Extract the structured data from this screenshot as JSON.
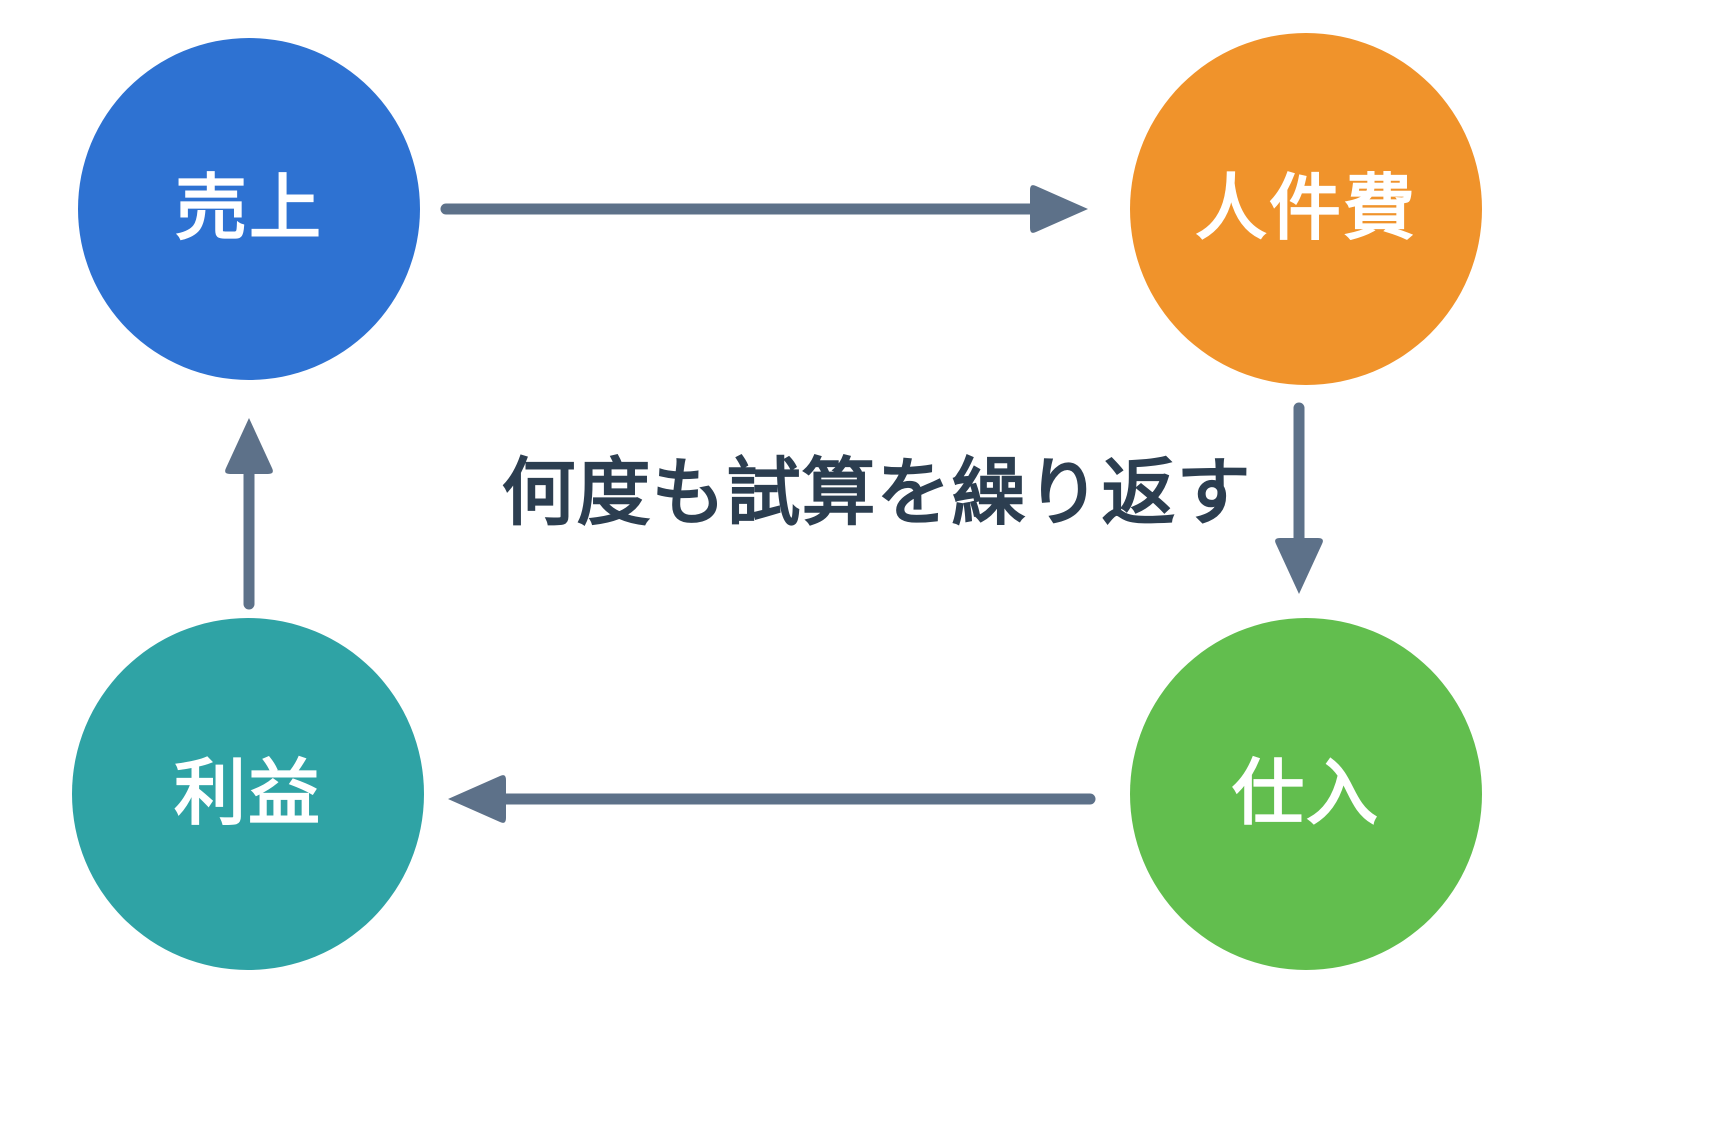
{
  "diagram": {
    "type": "cycle-diagram",
    "background_color": "#FFFFFF",
    "caption": {
      "text": "何度も試算を繰り返す",
      "color": "#2C3E50"
    },
    "nodes": [
      {
        "id": "sales",
        "label": "売上",
        "color": "#2E72D2",
        "text_color": "#FFFFFF",
        "position": "top-left"
      },
      {
        "id": "labor-cost",
        "label": "人件費",
        "color": "#F0932B",
        "text_color": "#FFFFFF",
        "position": "top-right"
      },
      {
        "id": "profit",
        "label": "利益",
        "color": "#2FA3A5",
        "text_color": "#FFFFFF",
        "position": "bottom-left"
      },
      {
        "id": "purchase",
        "label": "仕入",
        "color": "#62BE4E",
        "text_color": "#FFFFFF",
        "position": "bottom-right"
      }
    ],
    "arrows": [
      {
        "id": "sales-to-labor",
        "from": "sales",
        "to": "labor-cost",
        "direction": "right",
        "color": "#5D7189"
      },
      {
        "id": "labor-to-purchase",
        "from": "labor-cost",
        "to": "purchase",
        "direction": "down",
        "color": "#5D7189"
      },
      {
        "id": "purchase-to-profit",
        "from": "purchase",
        "to": "profit",
        "direction": "left",
        "color": "#5D7189"
      },
      {
        "id": "profit-to-sales",
        "from": "profit",
        "to": "sales",
        "direction": "up",
        "color": "#5D7189"
      }
    ]
  }
}
